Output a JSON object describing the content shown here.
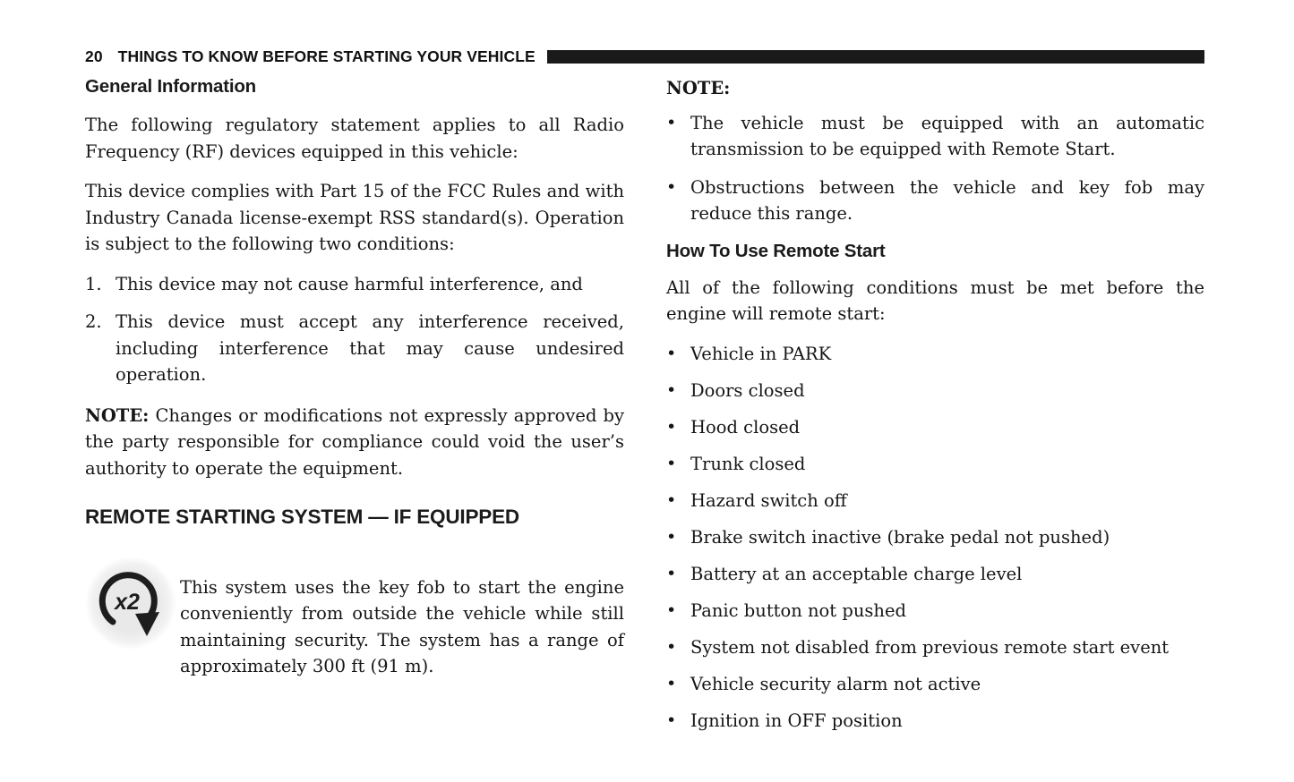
{
  "colors": {
    "text": "#161616",
    "header_bar": "#1a1a1a",
    "icon_background": "#e9e9e9"
  },
  "header": {
    "page_number": "20",
    "title": "THINGS TO KNOW BEFORE STARTING YOUR VEHICLE"
  },
  "left_column": {
    "general_heading": "General Information",
    "para_regulatory": "The following regulatory statement applies to all Radio Frequency (RF) devices equipped in this vehicle:",
    "para_fcc": "This device complies with Part 15 of the FCC Rules and with Industry Canada license-exempt RSS standard(s). Operation is subject to the following two conditions:",
    "numbered_conditions": [
      {
        "num": "1.",
        "text": "This device may not cause harmful interference, and"
      },
      {
        "num": "2.",
        "text": "This device must accept any interference received, including interference that may cause undesired operation."
      }
    ],
    "note_label": "NOTE:",
    "note_text": "Changes or modifications not expressly approved by the party responsible for compliance could void the user’s authority to operate the equipment.",
    "remote_heading": "REMOTE STARTING SYSTEM — IF EQUIPPED",
    "remote_icon": "key-fob-x2-circular-arrow-icon",
    "remote_icon_label": "x2",
    "remote_para": "This system uses the key fob to start the engine conveniently from outside the vehicle while still maintaining security. The system has a range of approximately 300 ft (91 m)."
  },
  "right_column": {
    "note_heading": "NOTE:",
    "note_bullets": [
      "The vehicle must be equipped with an automatic transmission to be equipped with Remote Start.",
      "Obstructions between the vehicle and key fob may reduce this range."
    ],
    "howto_heading": "How To Use Remote Start",
    "intro": "All of the following conditions must be met before the engine will remote start:",
    "conditions": [
      "Vehicle in PARK",
      "Doors closed",
      "Hood closed",
      "Trunk closed",
      "Hazard switch off",
      "Brake switch inactive (brake pedal not pushed)",
      "Battery at an acceptable charge level",
      "Panic button not pushed",
      "System not disabled from previous remote start event",
      "Vehicle security alarm not active",
      "Ignition in OFF position"
    ]
  }
}
